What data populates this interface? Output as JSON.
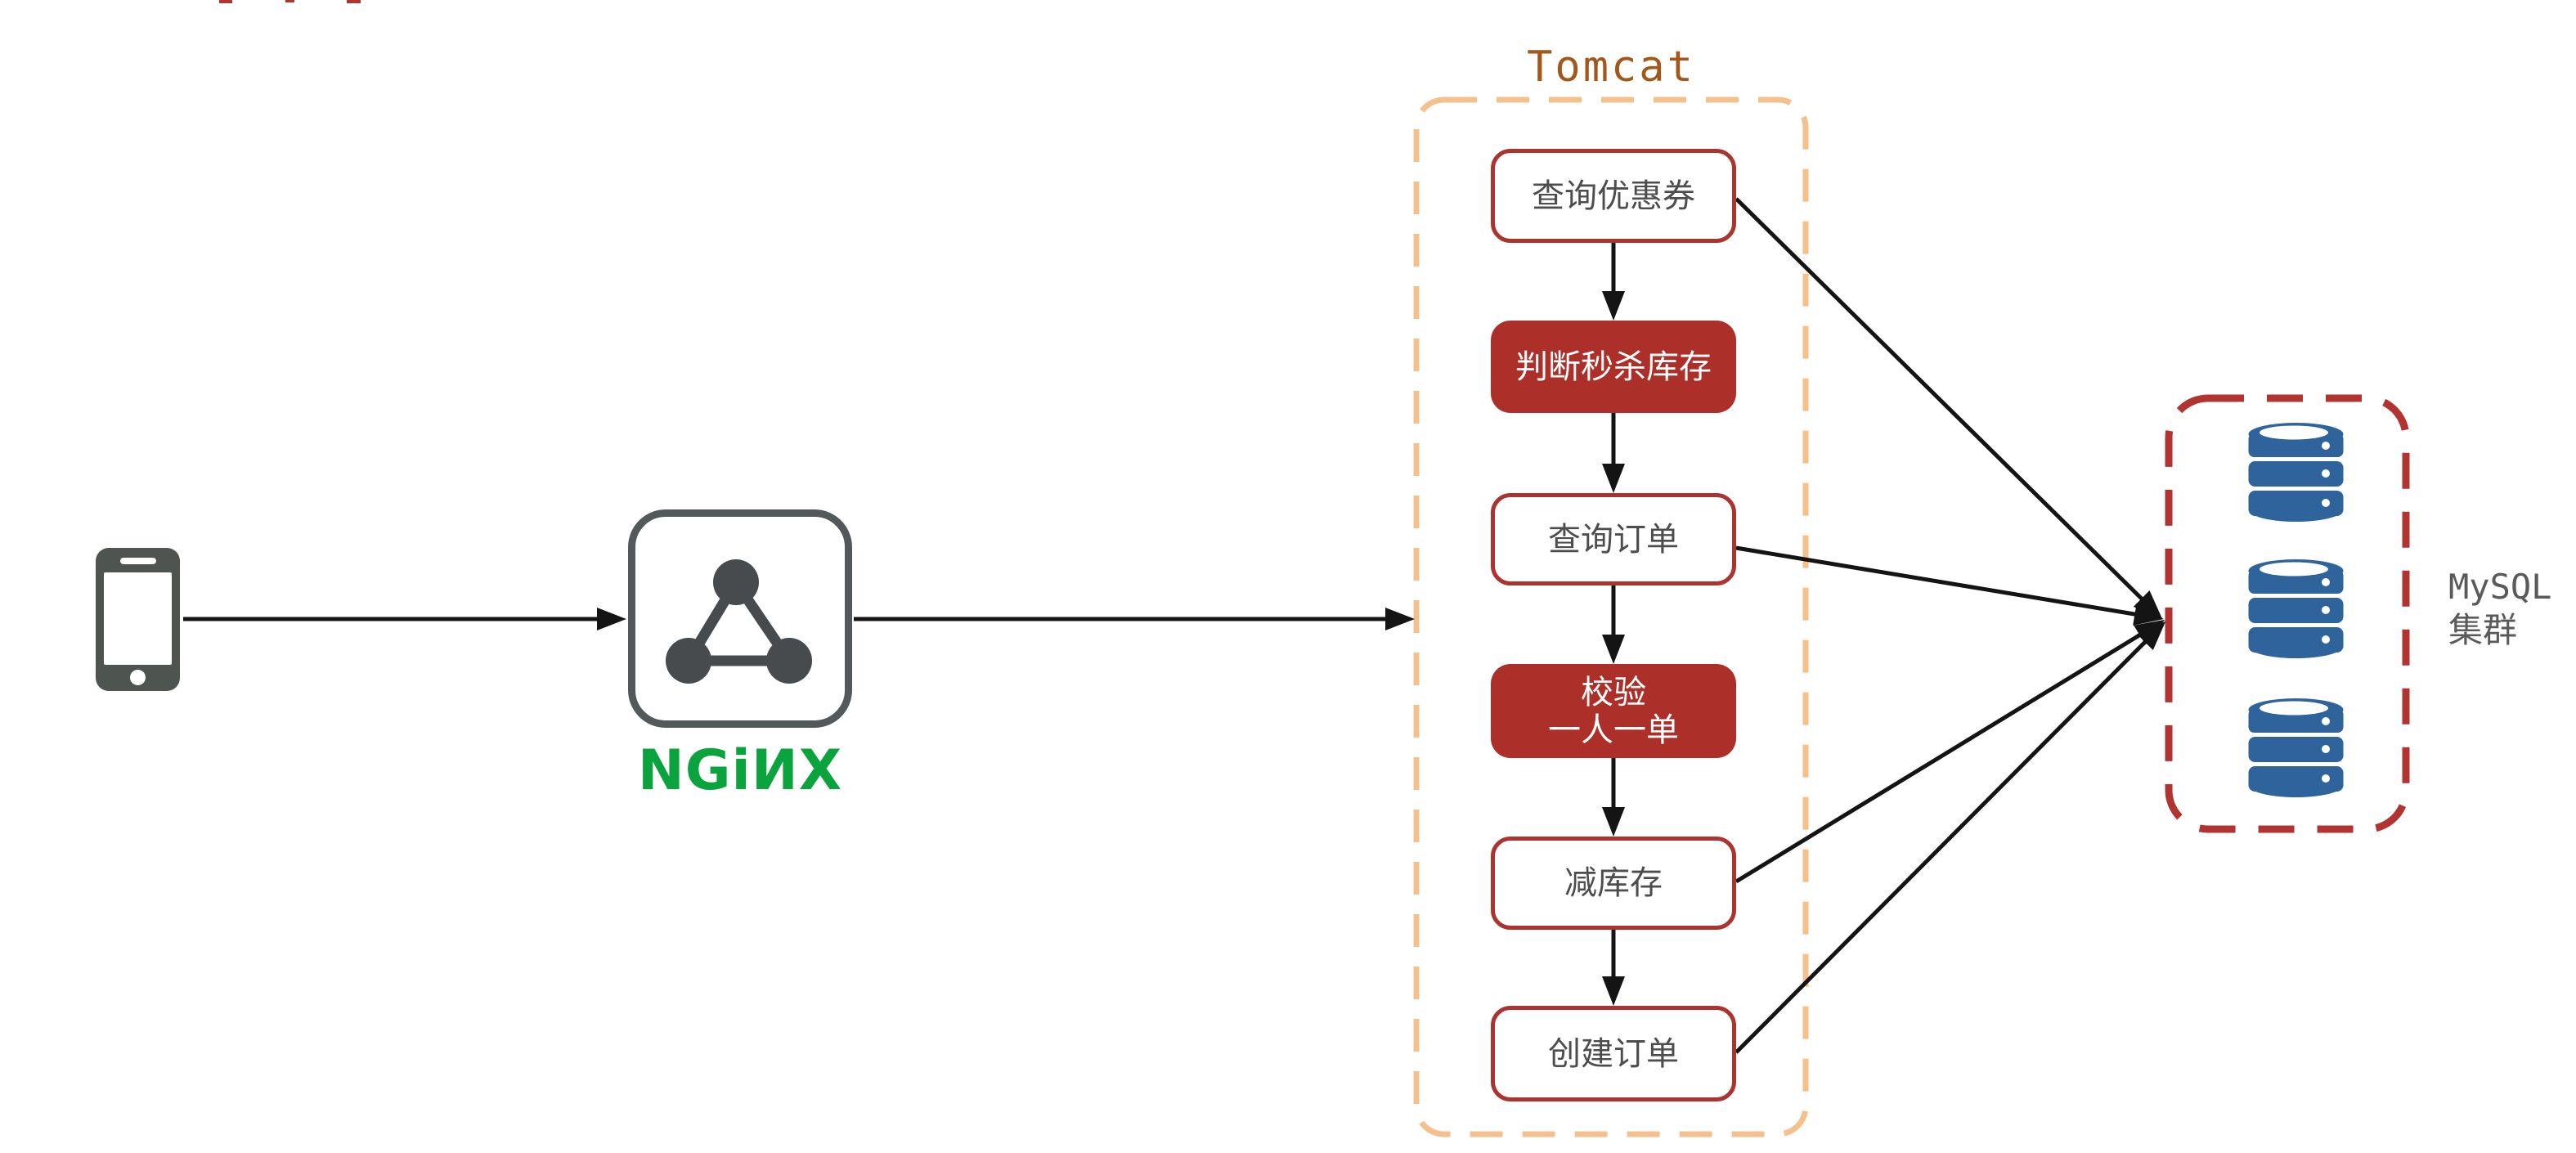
{
  "client": {
    "icon": "smartphone-icon"
  },
  "nginx": {
    "wordmark": "NGiИX"
  },
  "tomcat": {
    "title": "Tomcat",
    "steps": [
      {
        "label": "查询优惠券",
        "style": "outline"
      },
      {
        "label": "判断秒杀库存",
        "style": "filled"
      },
      {
        "label": "查询订单",
        "style": "outline"
      },
      {
        "line1": "校验",
        "line2": "一人一单",
        "style": "filled"
      },
      {
        "label": "减库存",
        "style": "outline"
      },
      {
        "label": "创建订单",
        "style": "outline"
      }
    ]
  },
  "mysql": {
    "label_line1": "MySQL",
    "label_line2": "集群",
    "database_count": 3
  },
  "colors": {
    "step_filled_red": "#AD2F29",
    "step_outline_border_red": "#A93430",
    "step_text_gray": "#4D4D4D",
    "tomcat_title_brown": "#A3581B",
    "tomcat_dashed_orange": "#F4C18C",
    "mysql_dashed_red": "#B23430",
    "database_blue": "#2F639B",
    "nginx_green": "#0BA33E",
    "device_gray": "#4E5551",
    "connector_black": "#141414"
  }
}
